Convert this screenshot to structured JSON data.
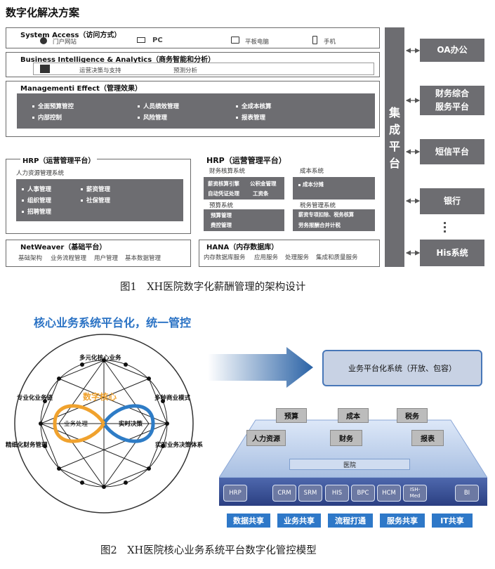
{
  "fig1": {
    "title": "数字化解决方案",
    "system_access": {
      "title": "System Access（访问方式）",
      "items": [
        "门户网站",
        "PC",
        "平板电脑",
        "手机"
      ]
    },
    "bi": {
      "title": "Business Intelligence & Analytics（商务智能和分析）",
      "items": [
        "运营决策与支持",
        "预测分析"
      ]
    },
    "management": {
      "title": "Managementi Effect（管理效果）",
      "col1": [
        "全面预算管控",
        "内部控制"
      ],
      "col2": [
        "人员绩效管理",
        "风险管理"
      ],
      "col3": [
        "全成本核算",
        "报表管理"
      ]
    },
    "hrp_ops": {
      "title": "HRP（运营管理平台）",
      "subtitle": "人力资源管理系统",
      "col1": [
        "人事管理",
        "组织管理",
        "招聘管理"
      ],
      "col2": [
        "薪资管理",
        "社保管理"
      ]
    },
    "hrp_ops2": {
      "title": "HRP（运营管理平台）",
      "finance_title": "财务核算系统",
      "finance_items": [
        "薪资核算引擎",
        "公积金管理",
        "自动凭证处理",
        "工资条"
      ],
      "cost_title": "成本系统",
      "cost_items": [
        "成本分摊"
      ],
      "budget_title": "预算系统",
      "budget_items": [
        "预算管理",
        "费控管理"
      ],
      "tax_title": "税务管理系统",
      "tax_items": [
        "薪资专项扣除、税务核算",
        "劳务报酬合并计税"
      ]
    },
    "netweaver": {
      "title": "NetWeaver（基础平台）",
      "items": [
        "基础架构",
        "业务流程管理",
        "用户管理",
        "基本数据管理"
      ]
    },
    "hana": {
      "title": "HANA（内存数据库）",
      "items": [
        "内存数据库服务",
        "应用服务",
        "处理服务",
        "集成和质量服务"
      ]
    },
    "integration": "集成平台",
    "right_systems": [
      "OA办公",
      "财务综合服务平台",
      "短信平台",
      "银行",
      "His系统"
    ],
    "caption": "图1　XH医院数字化薪酬管理的架构设计"
  },
  "fig2": {
    "title": "核心业务系统平台化，统一管控",
    "circle_labels": [
      "多元化核心业务",
      "专业化业务链",
      "多种商业模式",
      "精细化财务管理",
      "实时业务决策体系"
    ],
    "core_label": "数字核心",
    "loop_left": "业务处理",
    "loop_right": "实时决策",
    "platform_label": "业务平台化系统（开放、包容）",
    "blocks_back": [
      "预算",
      "成本",
      "税务"
    ],
    "blocks_front": [
      "人力资源",
      "财务",
      "报表"
    ],
    "hospital": "医院",
    "platform_items": [
      "HRP",
      "CRM",
      "SRM",
      "HIS",
      "BPC",
      "HCM",
      "ISH-Med",
      "BI"
    ],
    "shares": [
      "数据共享",
      "业务共享",
      "流程打通",
      "服务共享",
      "IT共享"
    ],
    "caption": "图2　XH医院核心业务系统平台数字化管控模型"
  }
}
